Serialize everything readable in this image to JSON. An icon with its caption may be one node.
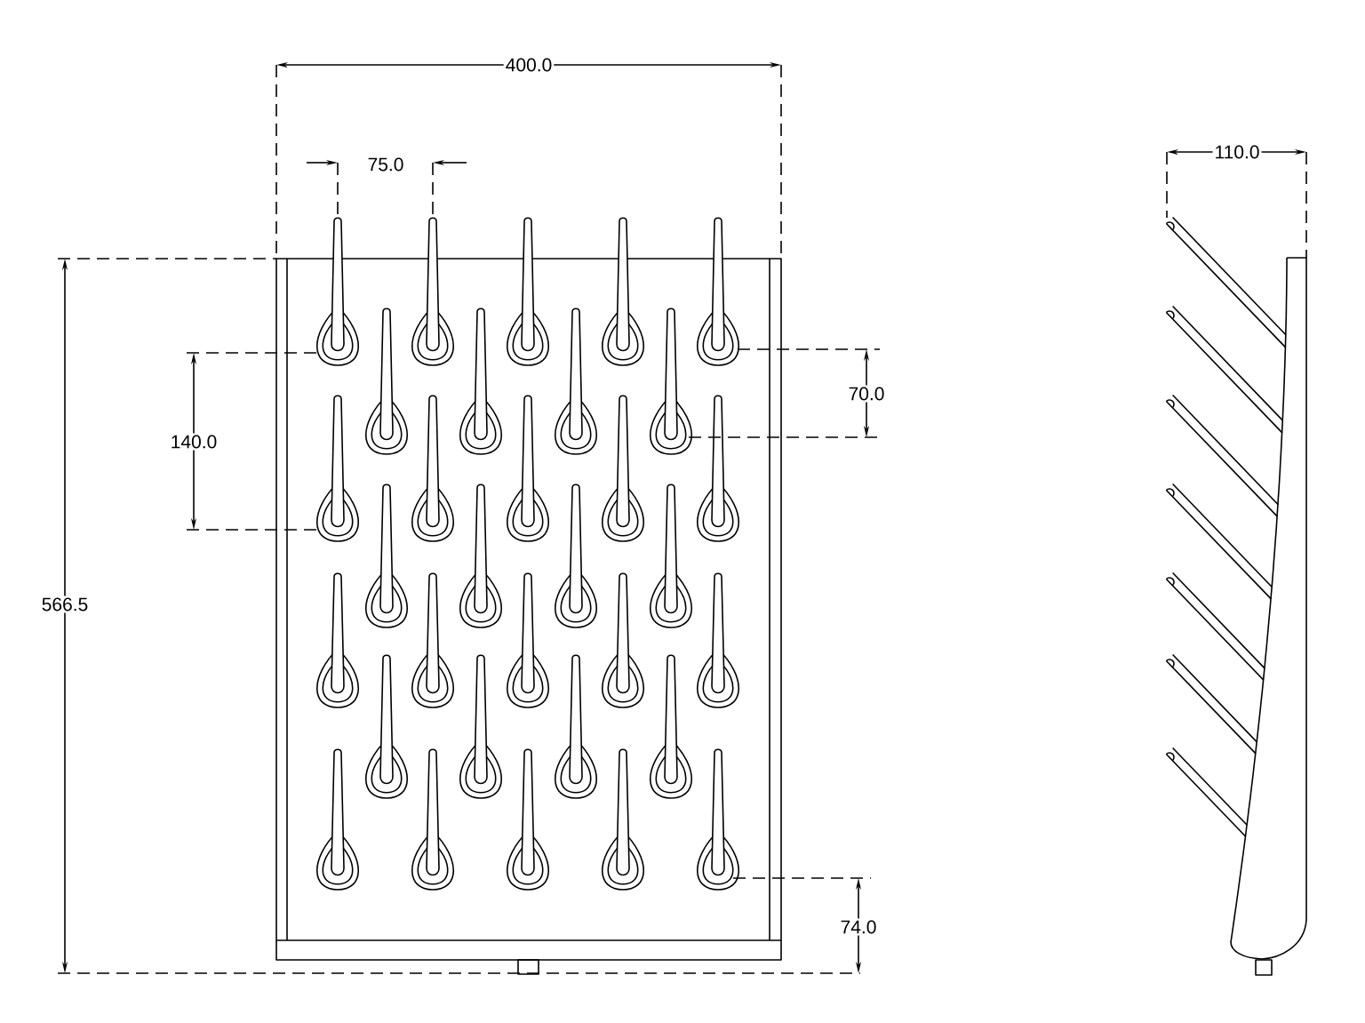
{
  "diagram": {
    "labels": [
      "400.0",
      "110.0",
      "75.0",
      "70.0",
      "140.0",
      "566.5",
      "74.0"
    ]
  }
}
